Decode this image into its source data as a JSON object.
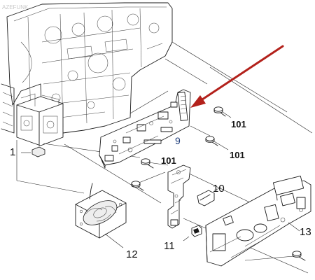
{
  "watermark": "AZEFUNK",
  "labels": {
    "part_1": "1",
    "part_9": "9",
    "part_10": "10",
    "part_11": "11",
    "part_12": "12",
    "part_13": "13",
    "screw_a": "101",
    "screw_b": "101",
    "screw_c": "101"
  },
  "colors": {
    "arrow": "#b3211b",
    "highlight_label": "#1f3d7a"
  }
}
